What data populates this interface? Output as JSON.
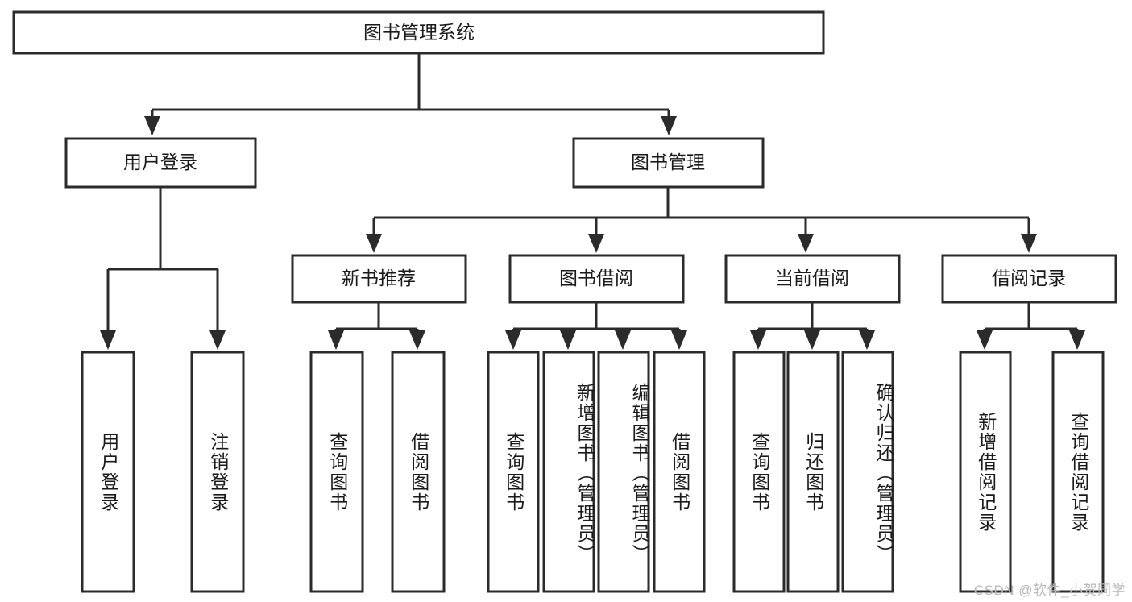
{
  "diagram": {
    "title": "图书管理系统",
    "watermark": "CSDN @软件_小贺同学",
    "root": {
      "label": "图书管理系统"
    },
    "level2": [
      {
        "label": "用户登录"
      },
      {
        "label": "图书管理"
      }
    ],
    "level3": [
      {
        "label": "新书推荐"
      },
      {
        "label": "图书借阅"
      },
      {
        "label": "当前借阅"
      },
      {
        "label": "借阅记录"
      }
    ],
    "leaves": [
      {
        "label": "用户登录",
        "group": "用户登录"
      },
      {
        "label": "注销登录",
        "group": "用户登录"
      },
      {
        "label": "查询图书",
        "group": "新书推荐"
      },
      {
        "label": "借阅图书",
        "group": "新书推荐"
      },
      {
        "label": "查询图书",
        "group": "图书借阅"
      },
      {
        "label": "新增图书（管理员）",
        "group": "图书借阅"
      },
      {
        "label": "编辑图书（管理员）",
        "group": "图书借阅"
      },
      {
        "label": "借阅图书",
        "group": "图书借阅"
      },
      {
        "label": "查询图书",
        "group": "当前借阅"
      },
      {
        "label": "归还图书",
        "group": "当前借阅"
      },
      {
        "label": "确认归还（管理员）",
        "group": "当前借阅"
      },
      {
        "label": "新增借阅记录",
        "group": "借阅记录"
      },
      {
        "label": "查询借阅记录",
        "group": "借阅记录"
      }
    ],
    "colors": {
      "stroke": "#2b2b2b",
      "fill": "#ffffff",
      "text": "#1a1a1a",
      "watermark": "#b9b9b9"
    }
  }
}
